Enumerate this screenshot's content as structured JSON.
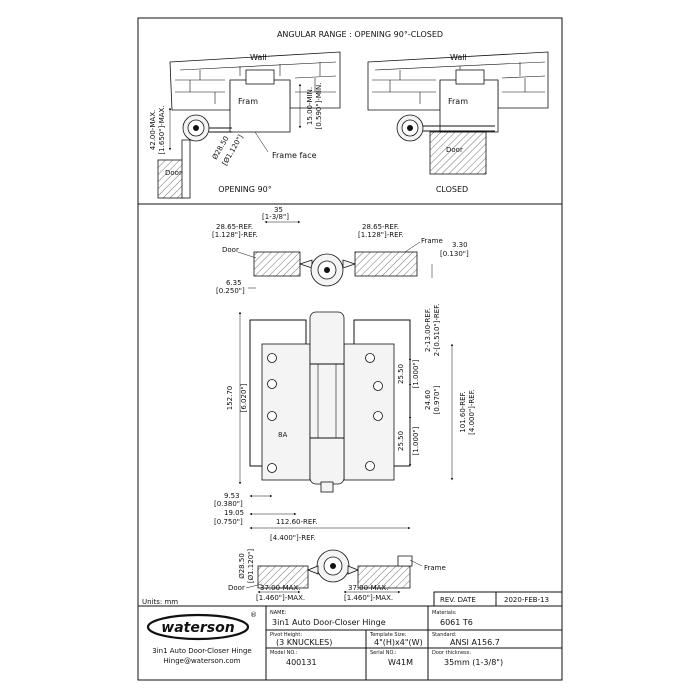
{
  "title_top": "ANGULAR RANGE : OPENING 90°-CLOSED",
  "section_top_left": {
    "wall_label": "Wall",
    "frame_label": "Fram",
    "door_label": "Door",
    "frame_face_label": "Frame face",
    "dim_min_mm": "15.00-MIN.",
    "dim_min_in": "[0.590\"]-MIN.",
    "dim_max_mm": "42.00-MAX.",
    "dim_max_in": "[1.650\"]-MAX.",
    "dim_dia_mm": "Ø28.50",
    "dim_dia_in": "[Ø1.120\"]",
    "caption": "OPENING 90°"
  },
  "section_top_right": {
    "wall_label": "Wall",
    "frame_label": "Fram",
    "door_label": "Door",
    "caption": "CLOSED"
  },
  "plan_top": {
    "dim_35": "35",
    "dim_35_in": "[1-3/8\"]",
    "ref_left": "28.65-REF.",
    "ref_left_in": "[1.128\"]-REF.",
    "ref_right": "28.65-REF.",
    "ref_right_in": "[1.128\"]-REF.",
    "frame_label": "Frame",
    "door_label": "Door",
    "dim_330": "3.30",
    "dim_330_in": "[0.130\"]",
    "dim_635": "6.35",
    "dim_635_in": "[0.250\"]"
  },
  "elevation": {
    "dim_height": "152.70",
    "dim_height_in": "[6.020\"]",
    "dim_13_ref": "2-13.00-REF.",
    "dim_13_ref_in": "2-[0.510\"]-REF.",
    "dim_2550_a": "25.50",
    "dim_2550_a_in": "[1.000\"]",
    "dim_2460": "24.60",
    "dim_2460_in": "[0.970\"]",
    "dim_2550_b": "25.50",
    "dim_2550_b_in": "[1.000\"]",
    "dim_10160": "101.60-REF.",
    "dim_10160_in": "[4.000\"]-REF.",
    "dim_953": "9.53",
    "dim_953_in": "[0.380\"]",
    "dim_1905": "19.05",
    "dim_1905_in": "[0.750\"]",
    "dim_11260": "112.60-REF.",
    "dim_11260_in": "[4.400\"]-REF.",
    "mark_label": "8A"
  },
  "plan_bottom": {
    "dim_dia": "Ø28.50",
    "dim_dia_in": "[Ø1.120\"]",
    "door_label": "Door",
    "frame_label": "Frame",
    "max_left": "37.00-MAX.",
    "max_left_in": "[1.460\"]-MAX.",
    "max_right": "37.00-MAX.",
    "max_right_in": "[1.460\"]-MAX."
  },
  "units_label": "Units: mm",
  "rev": {
    "label": "REV. DATE",
    "value": "2020-FEB-13"
  },
  "brand": {
    "logo_text": "waterson",
    "registered": "®",
    "product_line": "3in1 Auto Door-Closer Hinge",
    "email": "Hinge@waterson.com"
  },
  "title_block": {
    "name_label": "NAME:",
    "name_value": "3in1 Auto Door-Closer Hinge",
    "materials_label": "Materials:",
    "materials_value": "6061 T6",
    "pivot_label": "Pivot Height:",
    "pivot_value": "(3 KNUCKLES)",
    "template_label": "Template Size:",
    "template_value": "4\"(H)x4\"(W)",
    "standard_label": "Standard:",
    "standard_value": "ANSI A156.7",
    "model_label": "Model NO.:",
    "model_value": "400131",
    "serial_label": "Serial NO.:",
    "serial_value": "W41M",
    "door_thk_label": "Door thickness:",
    "door_thk_value": "35mm (1-3/8\")"
  }
}
